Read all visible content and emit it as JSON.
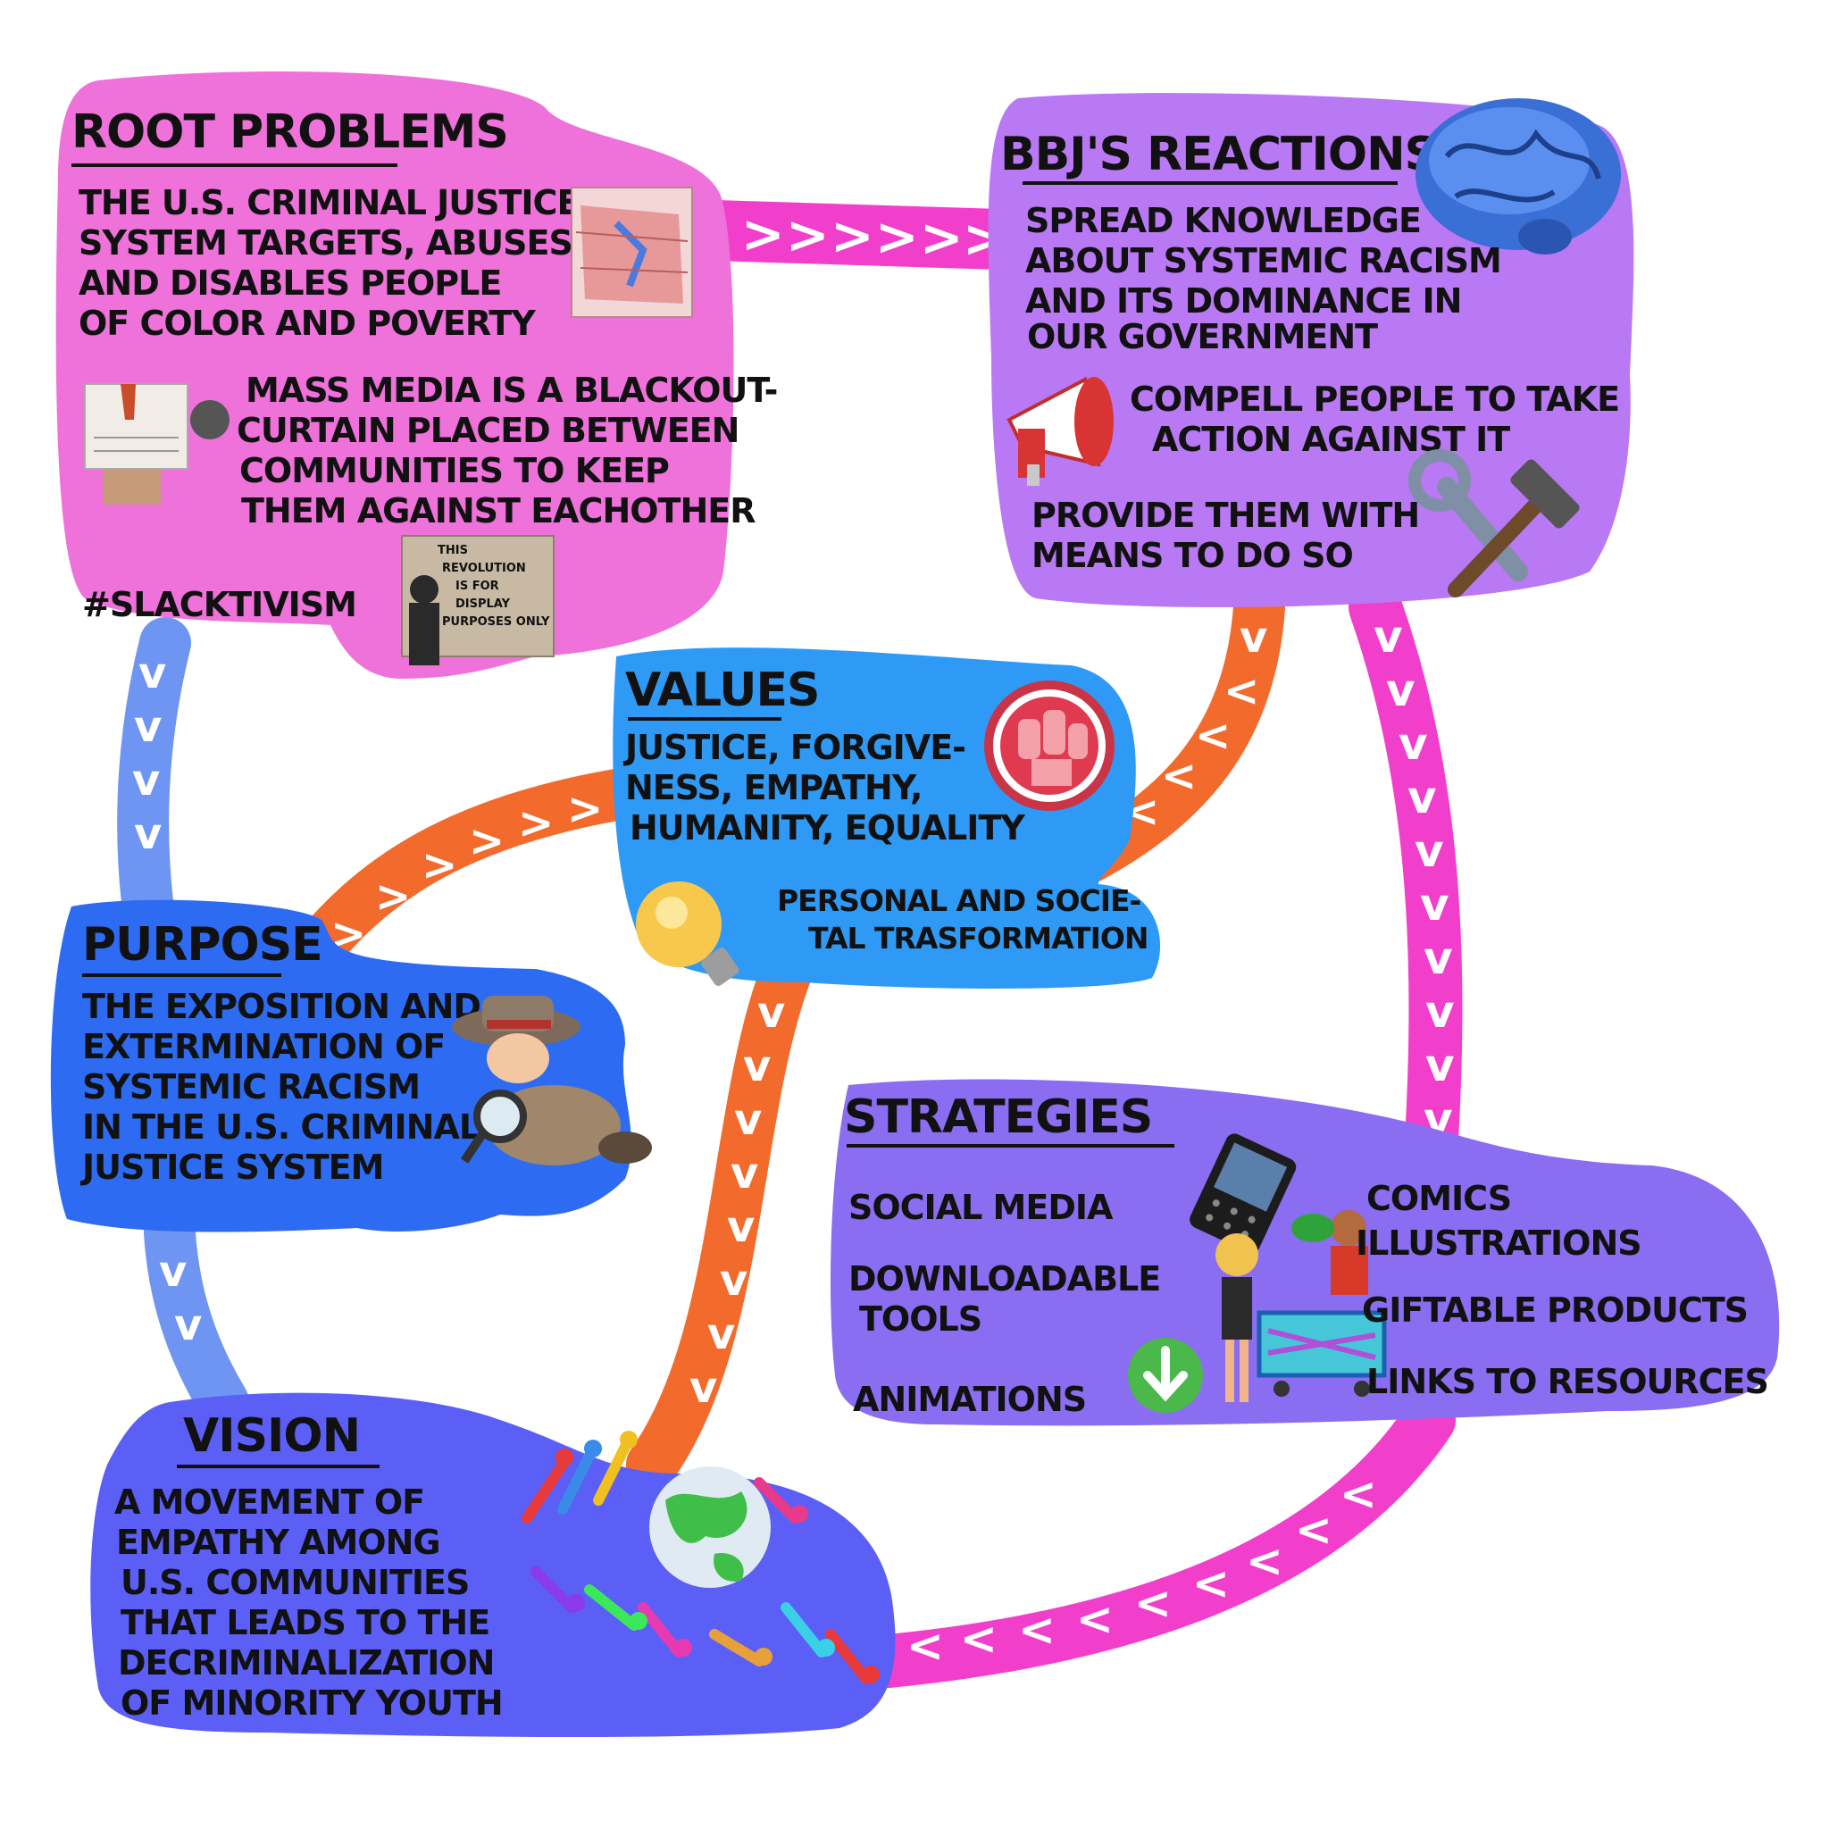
{
  "colors": {
    "root": "#ee72da",
    "reactions": "#b978f4",
    "values": "#2f9af6",
    "purpose": "#2d6cf2",
    "vision": "#5b5ff6",
    "strategies": "#8a6df0",
    "arrow_pink": "#f23fcb",
    "arrow_orange": "#f26a2c",
    "arrow_blue": "#6f95f2"
  },
  "root_problems": {
    "title": "ROOT PROBLEMS",
    "text1": [
      "THE U.S. CRIMINAL JUSTICE",
      "SYSTEM TARGETS, ABUSES",
      "AND DISABLES PEOPLE",
      "OF COLOR AND POVERTY"
    ],
    "text2": [
      "MASS MEDIA IS A BLACKOUT-",
      "CURTAIN PLACED BETWEEN",
      "COMMUNITIES TO KEEP",
      "THEM AGAINST EACHOTHER"
    ],
    "hashtag": "#SLACKTIVISM",
    "sign_text": [
      "THIS",
      "REVOLUTION",
      "IS FOR",
      "DISPLAY",
      "PURPOSES ONLY"
    ],
    "icons": [
      "map-icon",
      "newspaper-icon",
      "protest-sign-icon"
    ]
  },
  "reactions": {
    "title": "BBJ'S REACTIONS",
    "text1": [
      "SPREAD KNOWLEDGE",
      "ABOUT SYSTEMIC RACISM",
      "AND ITS DOMINANCE IN",
      "OUR GOVERNMENT"
    ],
    "text2": [
      "COMPELL PEOPLE TO TAKE",
      "ACTION AGAINST IT"
    ],
    "text3": [
      "PROVIDE THEM WITH",
      "MEANS TO DO SO"
    ],
    "icons": [
      "brain-icon",
      "megaphone-icon",
      "tools-icon"
    ]
  },
  "values": {
    "title": "VALUES",
    "text1": [
      "JUSTICE, FORGIVE-",
      "NESS, EMPATHY,",
      "HUMANITY, EQUALITY"
    ],
    "text2": [
      "PERSONAL AND SOCIE-",
      "TAL TRASFORMATION"
    ],
    "icons": [
      "raised-fists-icon",
      "light-bulb-icon"
    ]
  },
  "purpose": {
    "title": "PURPOSE",
    "text": [
      "THE EXPOSITION AND",
      "EXTERMINATION OF",
      "SYSTEMIC RACISM",
      "IN THE U.S. CRIMINAL",
      "JUSTICE SYSTEM"
    ],
    "icons": [
      "detective-icon"
    ]
  },
  "strategies": {
    "title": "STRATEGIES",
    "left": [
      "SOCIAL MEDIA",
      "DOWNLOADABLE",
      "TOOLS",
      "ANIMATIONS"
    ],
    "right": [
      "COMICS",
      "ILLUSTRATIONS",
      "GIFTABLE PRODUCTS",
      "LINKS TO RESOURCES"
    ],
    "icons": [
      "phone-icon",
      "download-arrow-icon",
      "shopping-people-icon"
    ]
  },
  "vision": {
    "title": "VISION",
    "text": [
      "A MOVEMENT OF",
      "EMPATHY AMONG",
      "U.S. COMMUNITIES",
      "THAT LEADS TO THE",
      "DECRIMINALIZATION",
      "OF MINORITY YOUTH"
    ],
    "icons": [
      "globe-people-icon"
    ]
  }
}
